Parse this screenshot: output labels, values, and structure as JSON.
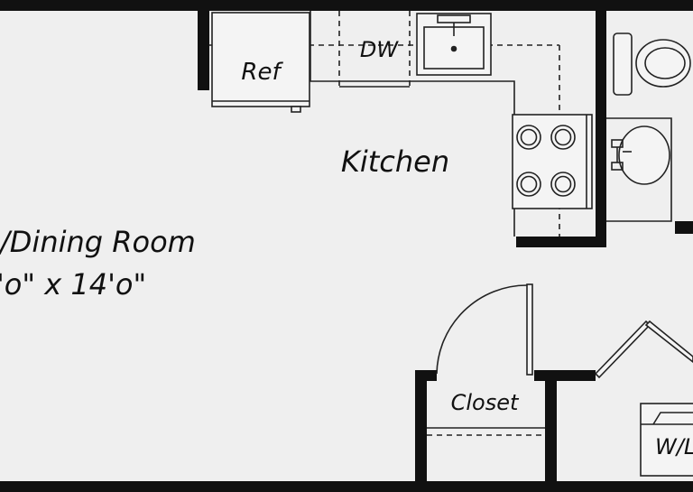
{
  "floorplan": {
    "rooms": {
      "living_dining": "/Dining Room",
      "living_dining_size": "'o\" x 14'o\"",
      "kitchen": "Kitchen",
      "closet": "Closet"
    },
    "fixtures": {
      "refrigerator": "Ref",
      "dishwasher": "DW",
      "washer_dryer": "W/L"
    }
  },
  "colors": {
    "wall": "#111111",
    "line": "#222222",
    "background": "#efefef",
    "fixture_fill": "#f4f4f4"
  }
}
